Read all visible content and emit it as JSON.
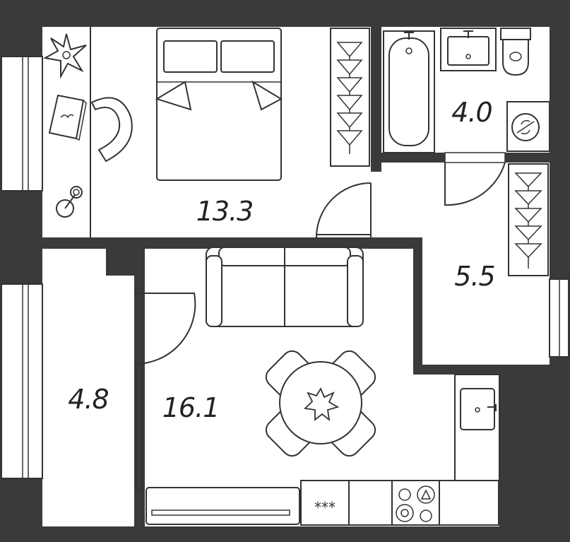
{
  "rooms": [
    {
      "id": "bedroom",
      "area": "13.3"
    },
    {
      "id": "bathroom",
      "area": "4.0"
    },
    {
      "id": "hallway",
      "area": "5.5"
    },
    {
      "id": "balcony",
      "area": "4.8"
    },
    {
      "id": "kitchen-living",
      "area": "16.1"
    }
  ],
  "stove_label": "***",
  "colors": {
    "wall": "#3a3a3a",
    "floor": "#ffffff",
    "line": "#333333"
  }
}
